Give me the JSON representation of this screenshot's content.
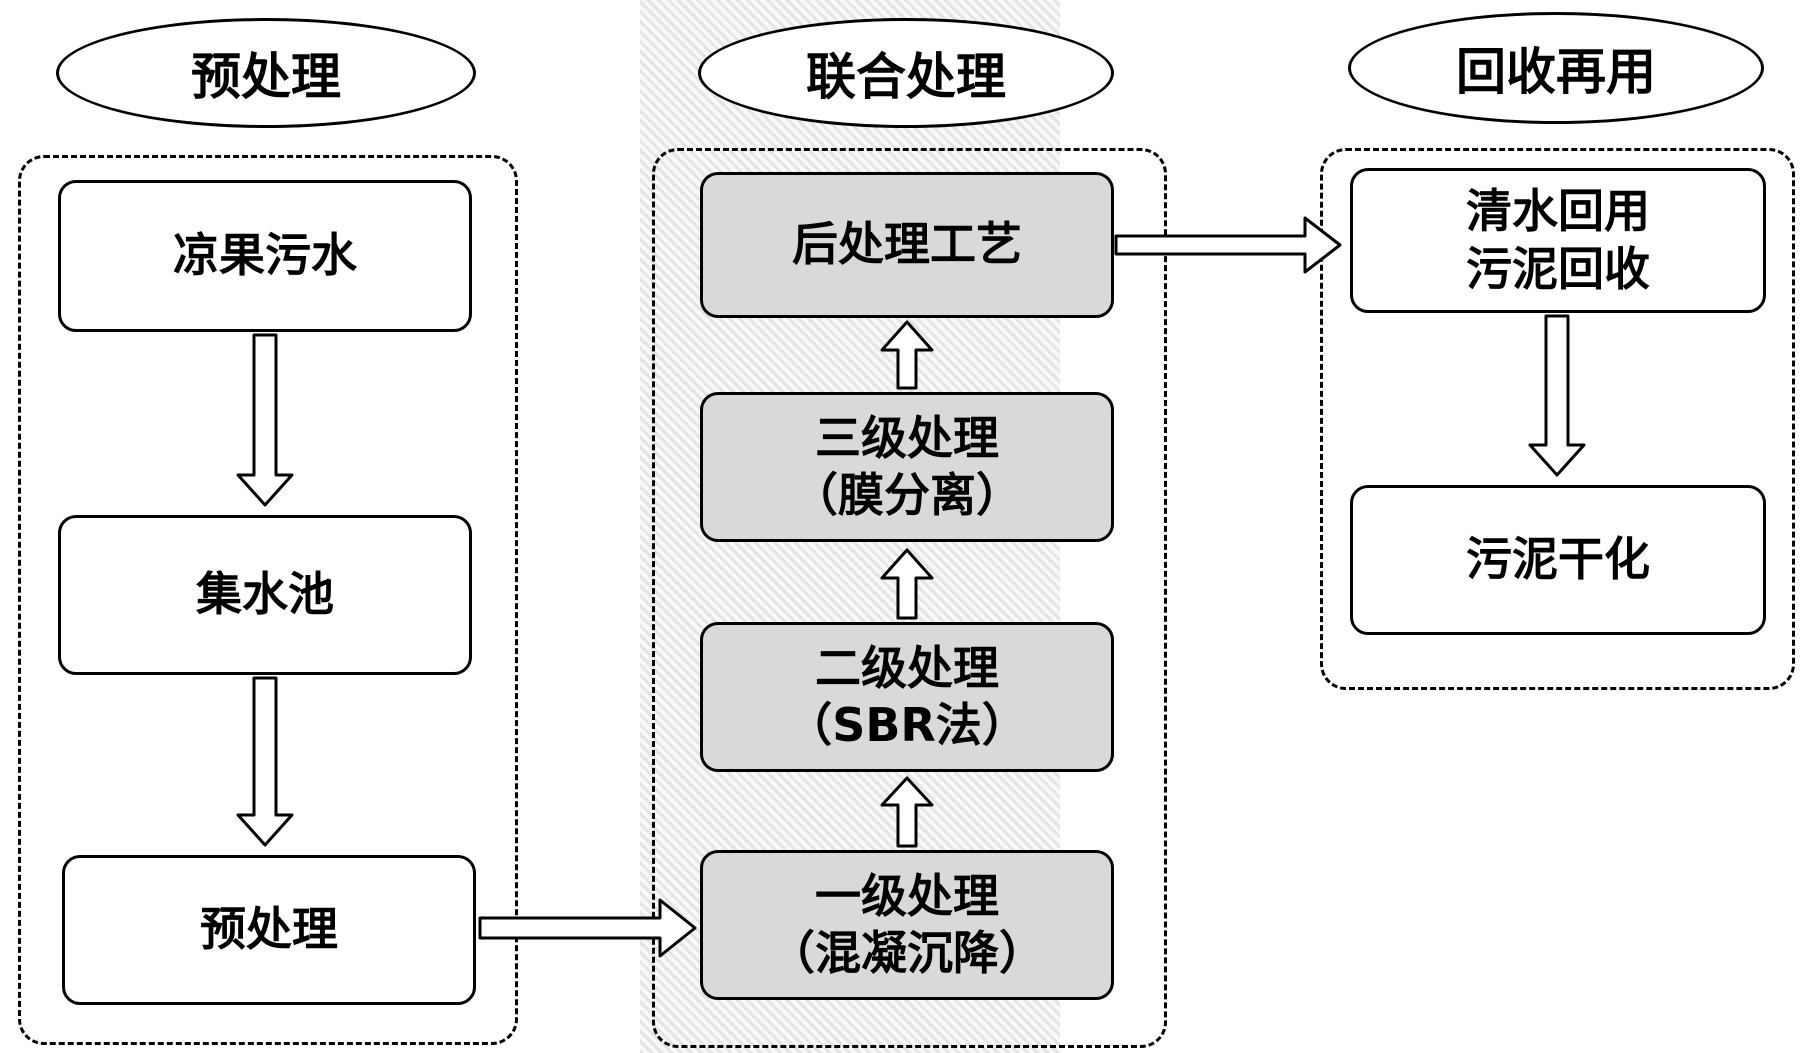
{
  "headers": {
    "pre": "预处理",
    "joint": "联合处理",
    "reuse": "回收再用"
  },
  "left_boxes": {
    "wastewater": "凉果污水",
    "collection_tank": "集水池",
    "pretreatment": "预处理"
  },
  "middle_boxes": {
    "advanced": "后处理工艺",
    "tertiary": {
      "line1": "三级处理",
      "line2": "（膜分离）"
    },
    "secondary": {
      "line1": "二级处理",
      "line2": "（SBR法）"
    },
    "primary": {
      "line1": "一级处理",
      "line2": "（混凝沉降）"
    }
  },
  "right_boxes": {
    "reuse": {
      "line1": "清水回用",
      "line2": "污泥回收"
    },
    "sludge_drying": "污泥干化"
  },
  "colors": {
    "line": "#000000",
    "box_fill": "#ffffff",
    "noise_band": "#cfcfcf"
  }
}
